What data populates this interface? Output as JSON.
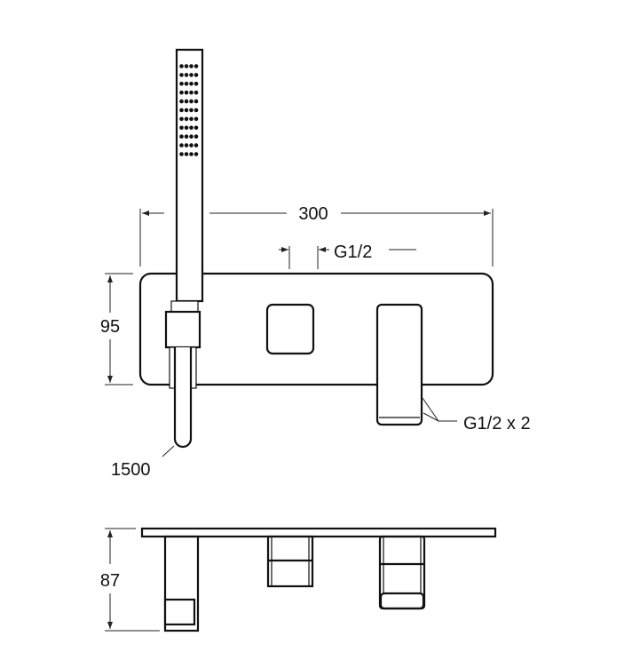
{
  "dimensions": {
    "width": "300",
    "height_front": "95",
    "depth_side": "87",
    "inlet_spacing": "G1/2",
    "inlets": "G1/2 x 2",
    "hose_length": "1500"
  },
  "colors": {
    "line": "#111111",
    "background": "#ffffff"
  }
}
